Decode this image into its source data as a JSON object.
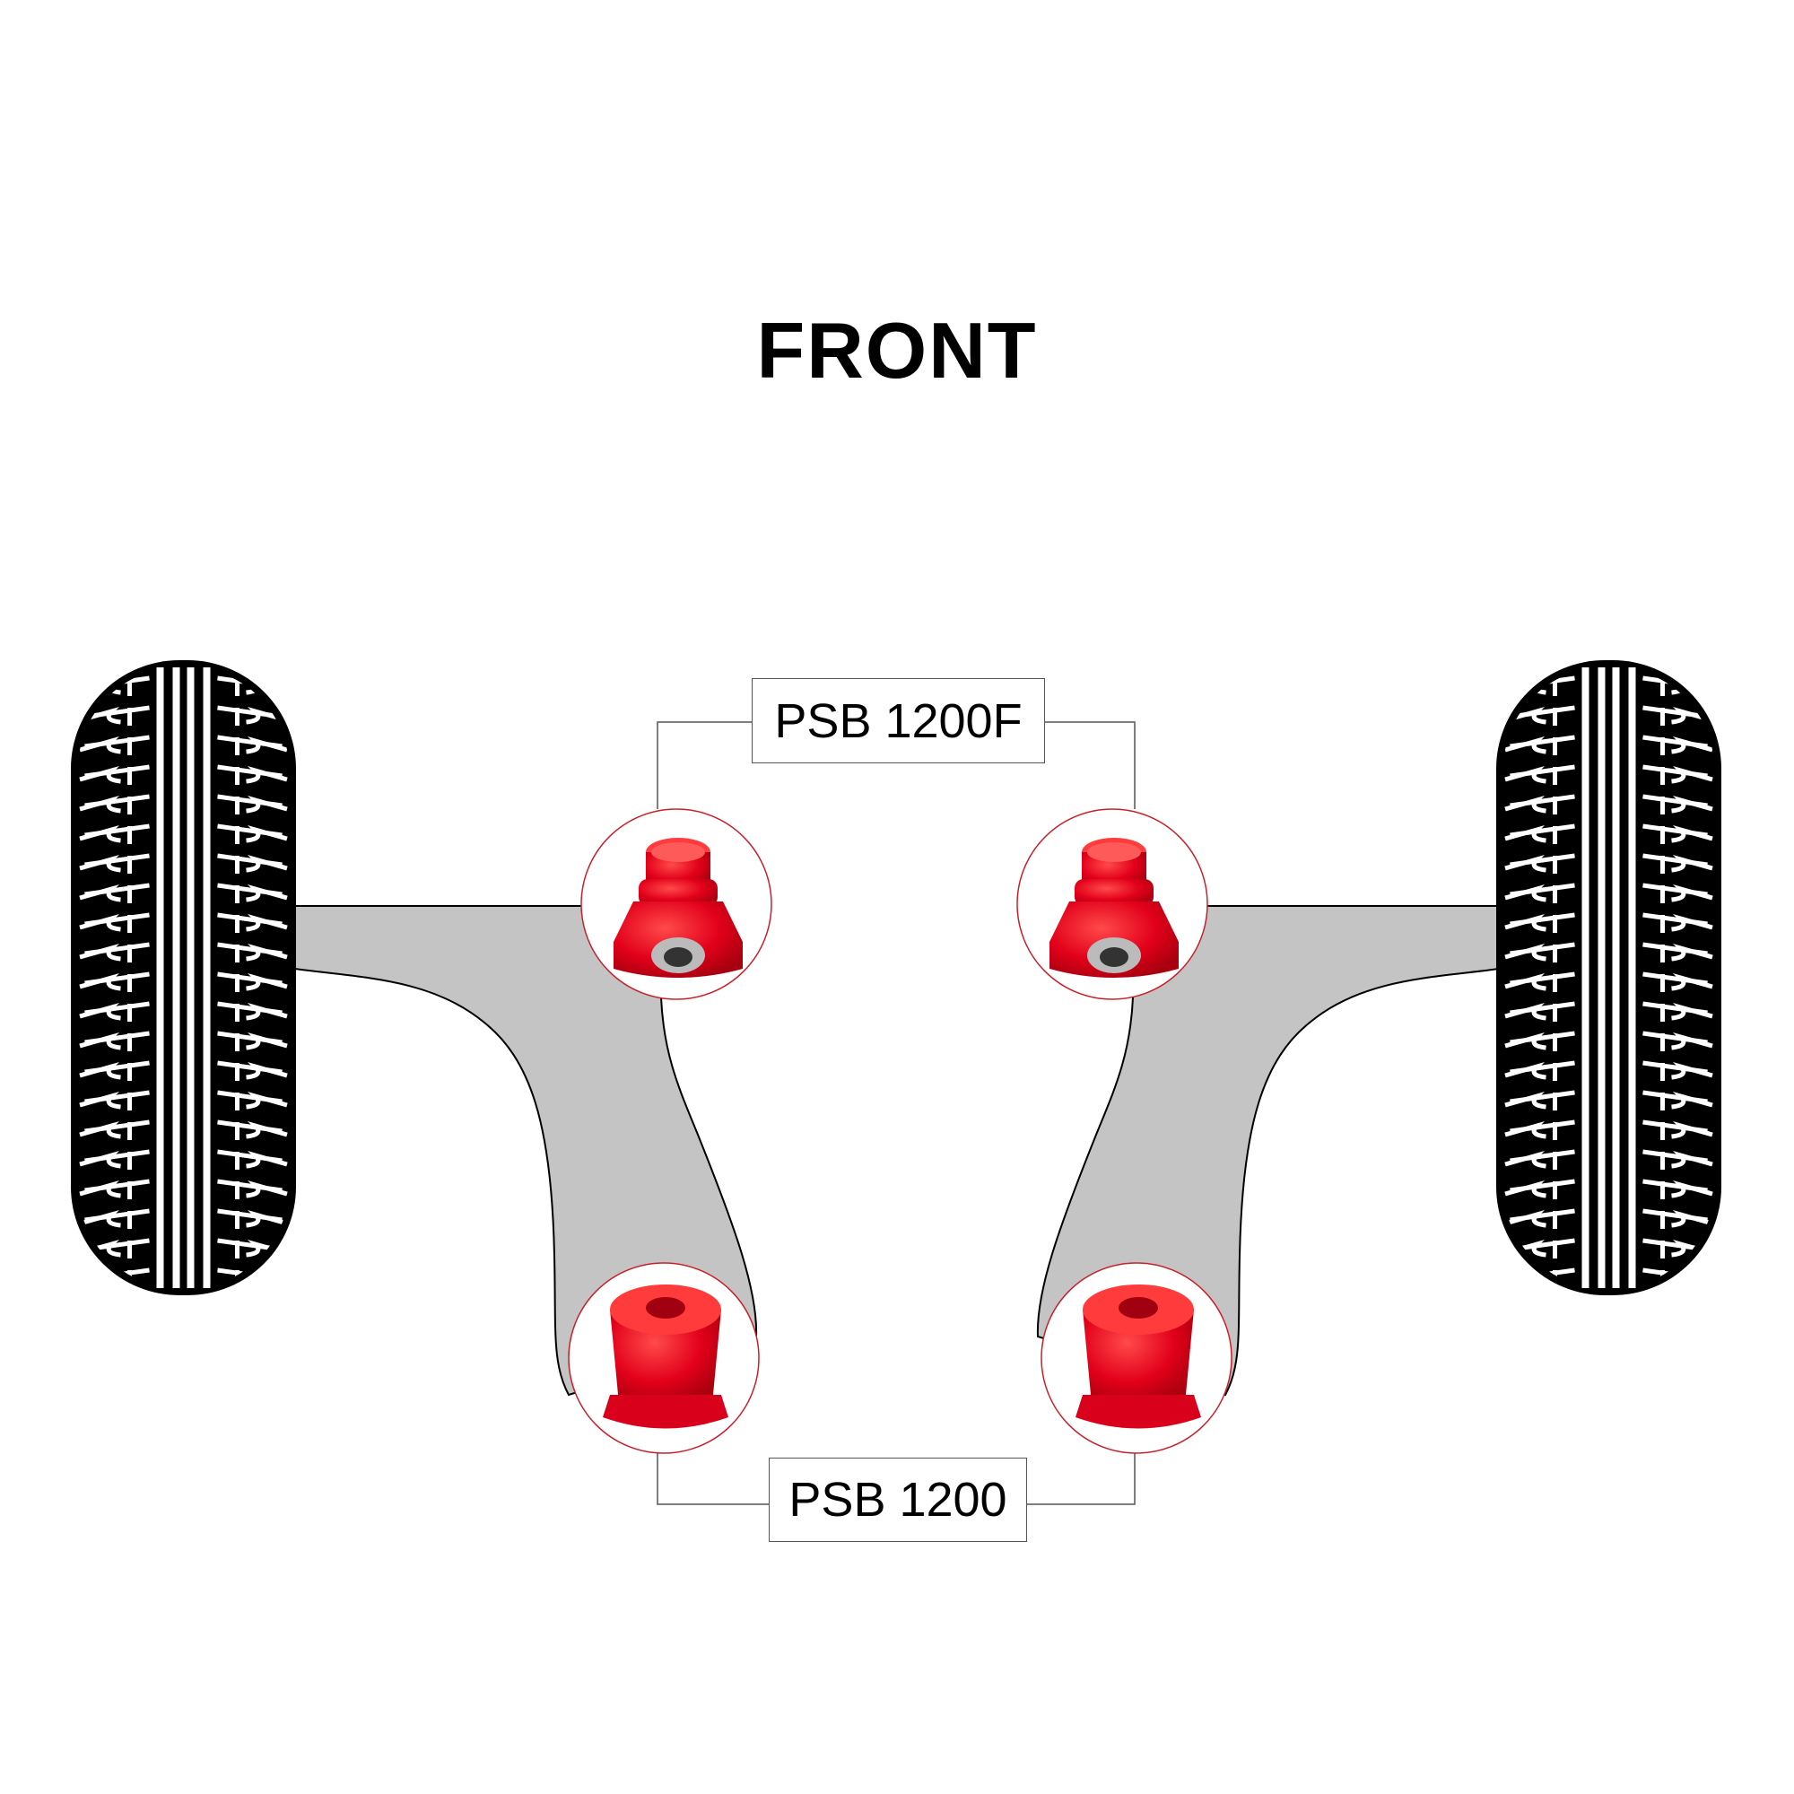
{
  "title": "FRONT",
  "labels": {
    "upper_bushing": "PSB 1200F",
    "lower_bushing": "PSB 1200"
  },
  "colors": {
    "arm": "#c4c4c4",
    "bushing": "#e0001b",
    "circle_outline": "#c8202a",
    "tire": "#000000"
  }
}
